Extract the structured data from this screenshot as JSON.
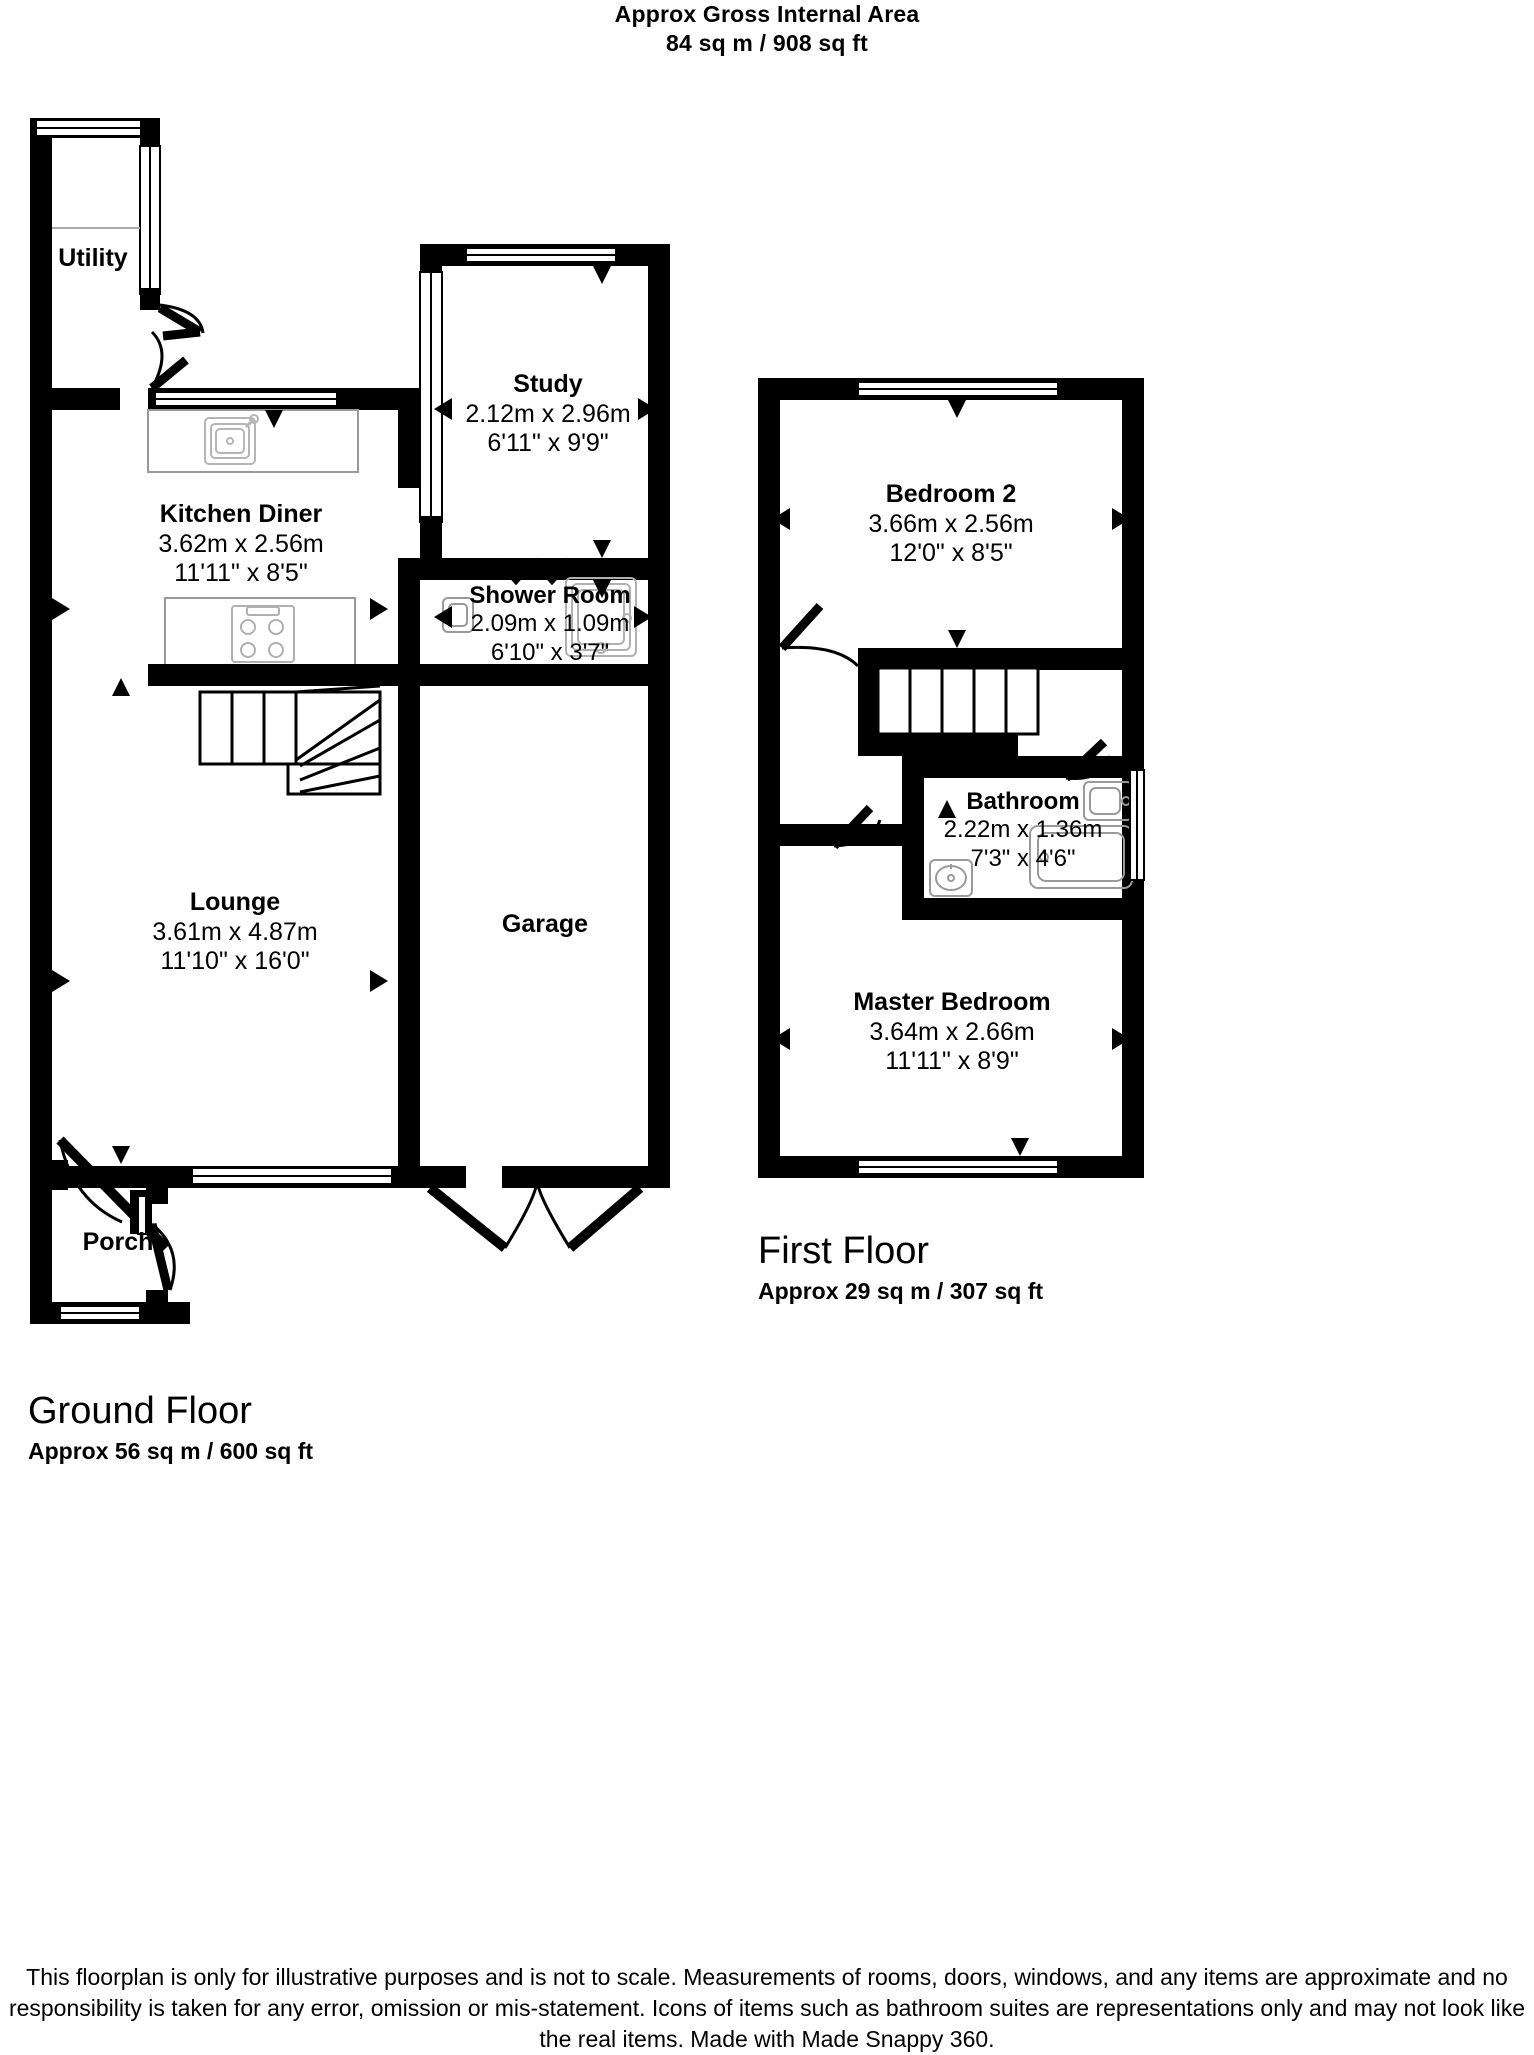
{
  "header": {
    "title": "Approx Gross Internal Area",
    "area": "84 sq m / 908 sq ft"
  },
  "ground_floor": {
    "caption_title": "Ground Floor",
    "caption_area": "Approx 56 sq m / 600 sq ft",
    "rooms": [
      {
        "name": "Utility",
        "metric": "",
        "imperial": ""
      },
      {
        "name": "Kitchen Diner",
        "metric": "3.62m x 2.56m",
        "imperial": "11'11\" x 8'5\""
      },
      {
        "name": "Study",
        "metric": "2.12m x 2.96m",
        "imperial": "6'11\" x 9'9\""
      },
      {
        "name": "Shower Room",
        "metric": "2.09m x 1.09m",
        "imperial": "6'10\" x 3'7\""
      },
      {
        "name": "Lounge",
        "metric": "3.61m x 4.87m",
        "imperial": "11'10\" x 16'0\""
      },
      {
        "name": "Garage",
        "metric": "",
        "imperial": ""
      },
      {
        "name": "Porch",
        "metric": "",
        "imperial": ""
      }
    ]
  },
  "first_floor": {
    "caption_title": "First Floor",
    "caption_area": "Approx 29 sq m / 307 sq ft",
    "rooms": [
      {
        "name": "Bedroom 2",
        "metric": "3.66m x 2.56m",
        "imperial": "12'0\" x 8'5\""
      },
      {
        "name": "Bathroom",
        "metric": "2.22m x 1.36m",
        "imperial": "7'3\" x 4'6\""
      },
      {
        "name": "Master Bedroom",
        "metric": "3.64m x 2.66m",
        "imperial": "11'11\" x 8'9\""
      }
    ]
  },
  "disclaimer": "This floorplan is only for illustrative purposes and is not to scale. Measurements of rooms, doors, windows, and any items are approximate and no responsibility is taken for any error, omission or mis-statement. Icons of items such as bathroom suites are representations only and may not look like the real items. Made with Made Snappy 360.",
  "colors": {
    "wall": "#000000",
    "background": "#ffffff",
    "fixture_outline": "#b0b0b0"
  }
}
